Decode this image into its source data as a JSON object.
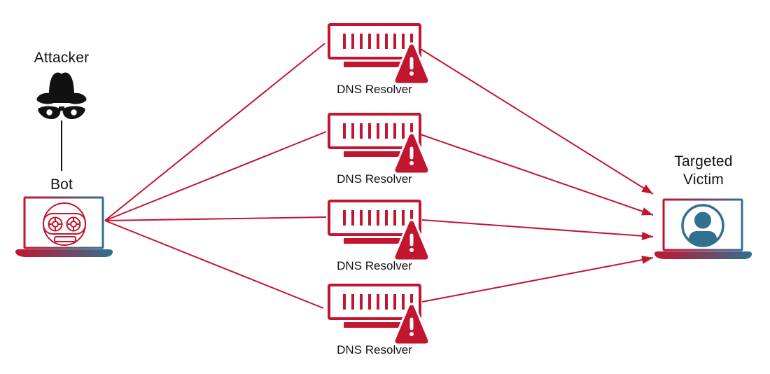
{
  "nodes": {
    "attacker": {
      "label": "Attacker",
      "icon": "spy-incognito-icon"
    },
    "bot": {
      "label": "Bot",
      "icon": "robot-laptop-icon"
    },
    "resolvers": [
      {
        "label": "DNS Resolver",
        "icon": "server-warning-icon"
      },
      {
        "label": "DNS Resolver",
        "icon": "server-warning-icon"
      },
      {
        "label": "DNS Resolver",
        "icon": "server-warning-icon"
      },
      {
        "label": "DNS Resolver",
        "icon": "server-warning-icon"
      }
    ],
    "victim": {
      "label_line1": "Targeted",
      "label_line2": "Victim",
      "icon": "user-laptop-icon"
    }
  },
  "edges": [
    {
      "from": "attacker",
      "to": "bot",
      "color": "black",
      "arrowhead": false
    },
    {
      "from": "bot",
      "to": "dns-resolver-1",
      "color": "red",
      "arrowhead": false
    },
    {
      "from": "bot",
      "to": "dns-resolver-2",
      "color": "red",
      "arrowhead": false
    },
    {
      "from": "bot",
      "to": "dns-resolver-3",
      "color": "red",
      "arrowhead": false
    },
    {
      "from": "bot",
      "to": "dns-resolver-4",
      "color": "red",
      "arrowhead": false
    },
    {
      "from": "dns-resolver-1",
      "to": "victim",
      "color": "red",
      "arrowhead": true
    },
    {
      "from": "dns-resolver-2",
      "to": "victim",
      "color": "red",
      "arrowhead": true
    },
    {
      "from": "dns-resolver-3",
      "to": "victim",
      "color": "red",
      "arrowhead": true
    },
    {
      "from": "dns-resolver-4",
      "to": "victim",
      "color": "red",
      "arrowhead": true
    }
  ],
  "colors": {
    "attack_red": "#c2152f",
    "victim_blue": "#31708f",
    "text": "#111111",
    "background": "#ffffff"
  }
}
